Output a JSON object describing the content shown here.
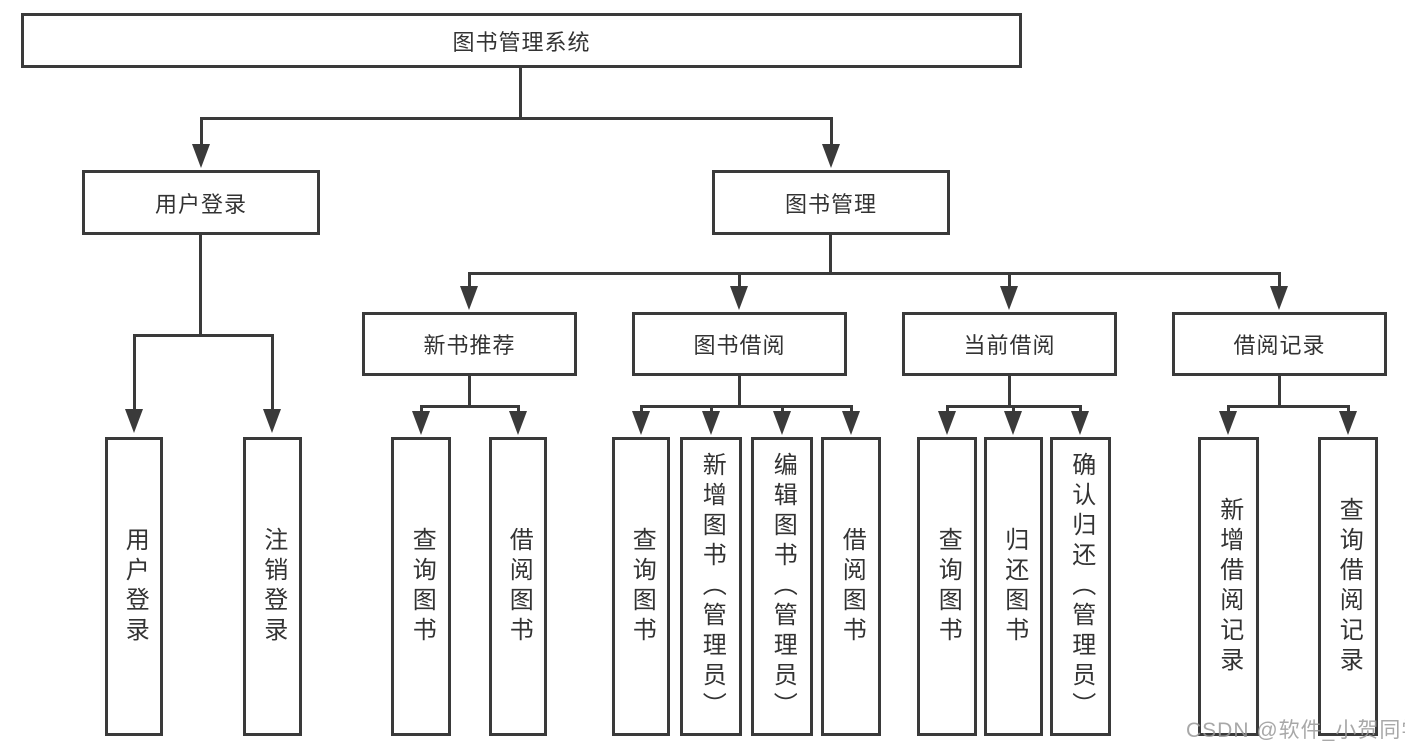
{
  "diagram": {
    "type": "hierarchy-tree",
    "colors": {
      "line": "#3a3a3a",
      "text": "#333333",
      "watermark": "#999999",
      "background": "#ffffff"
    },
    "tree": {
      "root": {
        "label": "图书管理系统"
      },
      "level2": [
        {
          "label": "用户登录",
          "parent": "图书管理系统"
        },
        {
          "label": "图书管理",
          "parent": "图书管理系统"
        }
      ],
      "level3": [
        {
          "label": "新书推荐",
          "parent": "图书管理"
        },
        {
          "label": "图书借阅",
          "parent": "图书管理"
        },
        {
          "label": "当前借阅",
          "parent": "图书管理"
        },
        {
          "label": "借阅记录",
          "parent": "图书管理"
        }
      ],
      "leaves": [
        {
          "label": "用户登录",
          "parent": "用户登录"
        },
        {
          "label": "注销登录",
          "parent": "用户登录"
        },
        {
          "label": "查询图书",
          "parent": "新书推荐"
        },
        {
          "label": "借阅图书",
          "parent": "新书推荐"
        },
        {
          "label": "查询图书",
          "parent": "图书借阅"
        },
        {
          "label": "新增图书（管理员）",
          "parent": "图书借阅"
        },
        {
          "label": "编辑图书（管理员）",
          "parent": "图书借阅"
        },
        {
          "label": "借阅图书",
          "parent": "图书借阅"
        },
        {
          "label": "查询图书",
          "parent": "当前借阅"
        },
        {
          "label": "归还图书",
          "parent": "当前借阅"
        },
        {
          "label": "确认归还（管理员）",
          "parent": "当前借阅"
        },
        {
          "label": "新增借阅记录",
          "parent": "借阅记录"
        },
        {
          "label": "查询借阅记录",
          "parent": "借阅记录"
        }
      ]
    },
    "watermark": {
      "text": "CSDN @软件_小贺同学"
    }
  }
}
